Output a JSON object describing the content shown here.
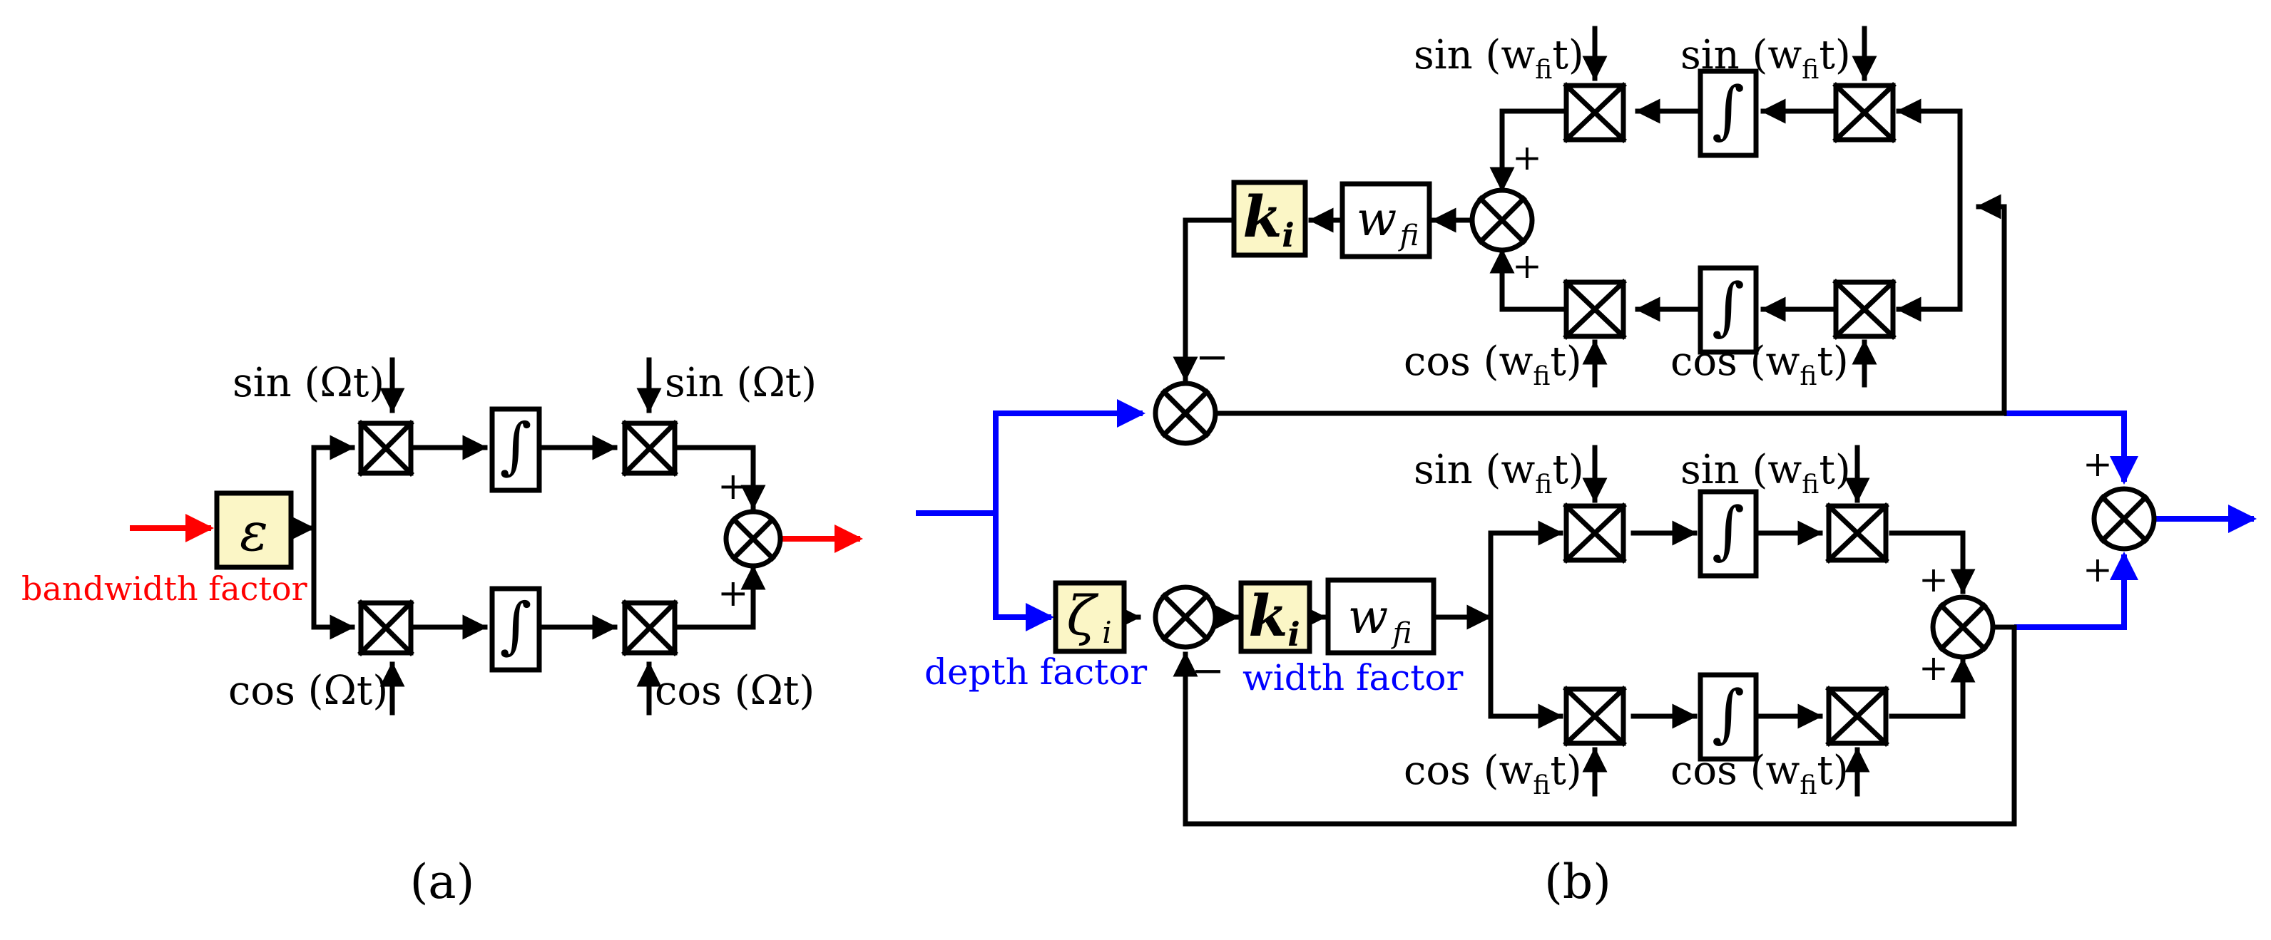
{
  "panel_a": {
    "caption": "(a)",
    "epsilon_symbol": "ε",
    "integral_symbol": "∫",
    "in_label": "bandwidth factor",
    "sin_left": "sin (Ωt)",
    "sin_right": "sin (Ωt)",
    "cos_left": "cos (Ωt)",
    "cos_right": "cos (Ωt)",
    "plus": "+"
  },
  "panel_b": {
    "caption": "(b)",
    "zeta_symbol": "ζ",
    "zeta_sub": "i",
    "k_symbol": "k",
    "k_sub": "i",
    "w_symbol": "w",
    "w_sub": "fi",
    "integral_symbol": "∫",
    "depth_label": "depth factor",
    "width_label": "width factor",
    "sin_wfi_pre": "sin (w",
    "sin_wfi_sub": "fi",
    "wfi_post": "t)",
    "cos_wfi_pre": "cos (w",
    "cos_wfi_sub": "fi",
    "plus": "+",
    "minus": "−"
  },
  "colors": {
    "red": "#ff0000",
    "blue": "#0000ff",
    "block_yellow": "#fbf6c6"
  }
}
